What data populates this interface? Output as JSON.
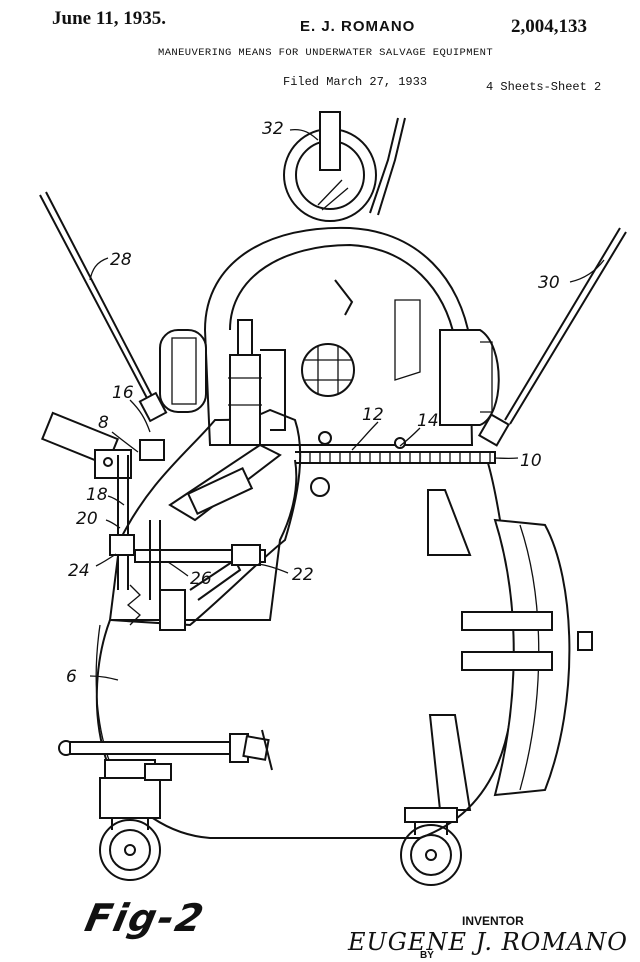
{
  "header": {
    "date": "June 11, 1935.",
    "inventor": "E. J. ROMANO",
    "patent_number": "2,004,133",
    "title": "MANEUVERING MEANS FOR UNDERWATER SALVAGE EQUIPMENT",
    "filed": "Filed March 27, 1933",
    "sheets": "4 Sheets-Sheet  2"
  },
  "drawing": {
    "figure_label": "Fig-2",
    "reference_numerals": {
      "r32": "32",
      "r28": "28",
      "r30": "30",
      "r16": "16",
      "r8": "8",
      "r12": "12",
      "r14": "14",
      "r10": "10",
      "r18": "18",
      "r20": "20",
      "r24": "24",
      "r26": "26",
      "r22": "22",
      "r6": "6"
    }
  },
  "footer": {
    "inventor_label": "INVENTOR",
    "inventor_signature": "EUGENE J. ROMANO",
    "by": "BY"
  }
}
